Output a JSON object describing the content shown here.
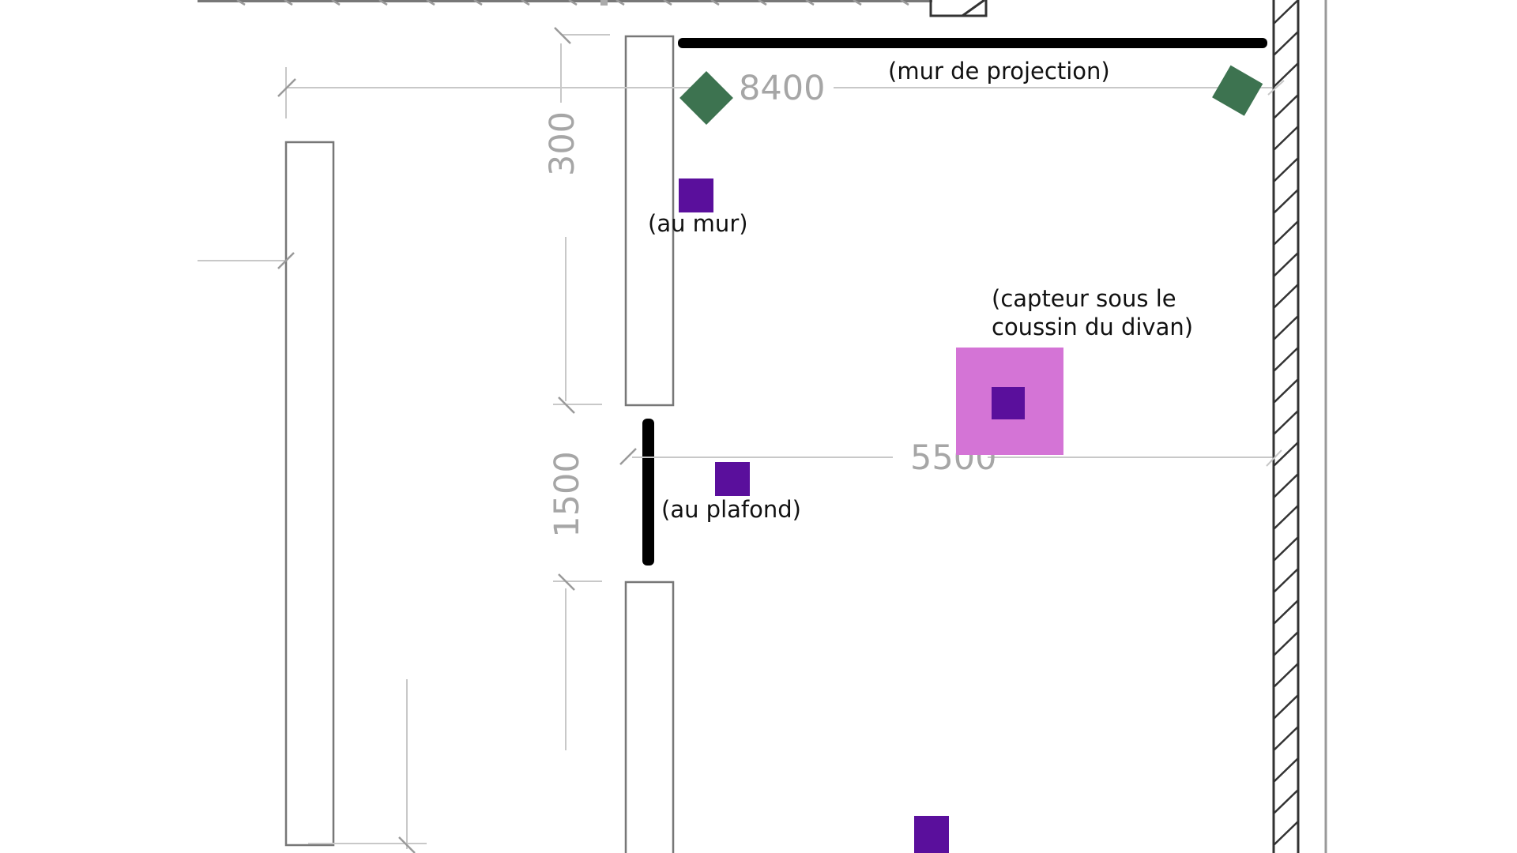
{
  "dimensions": {
    "d8400": "8400",
    "d300": "300",
    "d5500": "5500",
    "d1500": "1500"
  },
  "notes": {
    "projection_wall": "(mur de projection)",
    "wall": "(au mur)",
    "ceiling": "(au plafond)",
    "cushion_line1": "(capteur sous le",
    "cushion_line2": "coussin du divan)"
  },
  "colors": {
    "sensor": "#5a0f9c",
    "cushion_zone": "#d474d6",
    "marker": "#3d7350",
    "wall_bar": "#000000"
  }
}
